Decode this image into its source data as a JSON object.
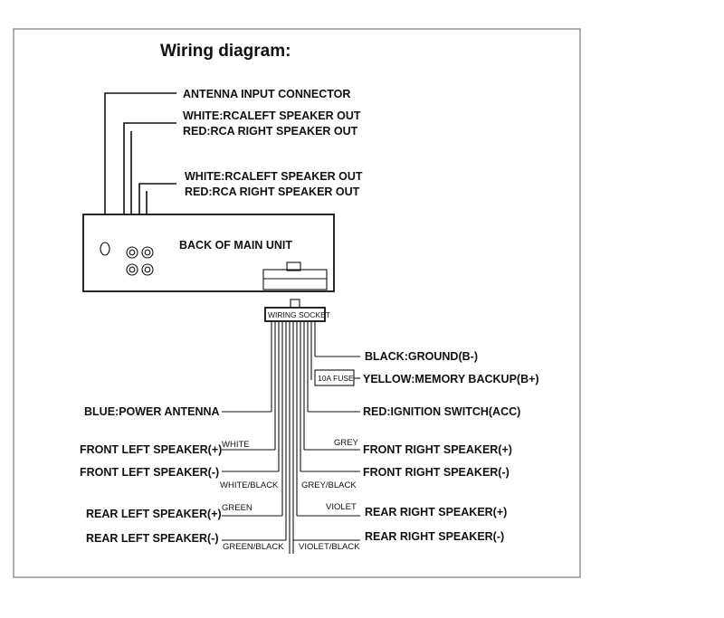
{
  "title": "Wiring diagram:",
  "top_labels": {
    "antenna": "ANTENNA INPUT CONNECTOR",
    "rca1_white": "WHITE:RCALEFT SPEAKER OUT",
    "rca1_red": "RED:RCA RIGHT SPEAKER OUT",
    "rca2_white": "WHITE:RCALEFT SPEAKER OUT",
    "rca2_red": "RED:RCA RIGHT SPEAKER OUT"
  },
  "main_unit_label": "BACK OF MAIN UNIT",
  "socket_label": "WIRING SOCKET",
  "fuse_label": "10A FUSE",
  "right_labels": {
    "ground": "BLACK:GROUND(B-)",
    "memory": "YELLOW:MEMORY BACKUP(B+)",
    "ignition": "RED:IGNITION SWITCH(ACC)",
    "front_right_pos": "FRONT RIGHT SPEAKER(+)",
    "front_right_neg": "FRONT RIGHT SPEAKER(-)",
    "rear_right_pos": "REAR RIGHT SPEAKER(+)",
    "rear_right_neg": "REAR RIGHT SPEAKER(-)"
  },
  "left_labels": {
    "power_antenna": "BLUE:POWER ANTENNA",
    "front_left_pos": "FRONT LEFT SPEAKER(+)",
    "front_left_neg": "FRONT LEFT SPEAKER(-)",
    "rear_left_pos": "REAR LEFT SPEAKER(+)",
    "rear_left_neg": "REAR LEFT SPEAKER(-)"
  },
  "wire_colors": {
    "white": "WHITE",
    "white_black": "WHITE/BLACK",
    "green": "GREEN",
    "green_black": "GREEN/BLACK",
    "grey": "GREY",
    "grey_black": "GREY/BLACK",
    "violet": "VIOLET",
    "violet_black": "VIOLET/BLACK"
  }
}
